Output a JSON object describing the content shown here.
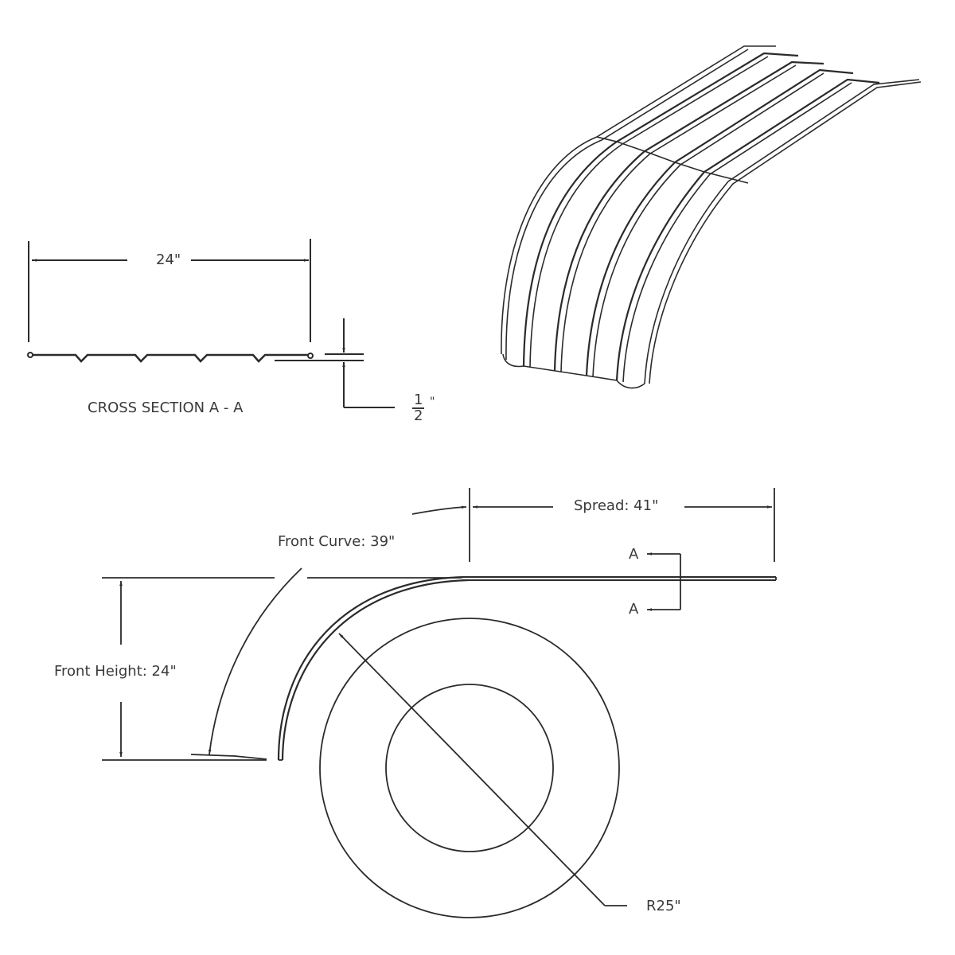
{
  "drawing": {
    "title": "Fender technical drawing",
    "stroke_color": "#2b2b2b",
    "background": "#ffffff"
  },
  "cross_section": {
    "width_label": "24\"",
    "depth_numerator": "1",
    "depth_denominator": "2",
    "depth_unit": "\"",
    "caption": "CROSS SECTION A - A",
    "rib_count": 4
  },
  "side_view": {
    "spread_label": "Spread: 41\"",
    "front_curve_label": "Front Curve: 39\"",
    "front_height_label": "Front Height: 24\"",
    "radius_label": "R25\"",
    "section_marker_top": "A",
    "section_marker_bottom": "A"
  },
  "isometric_view": {
    "description": "3D isometric view of ribbed fender",
    "rib_count": 4
  }
}
